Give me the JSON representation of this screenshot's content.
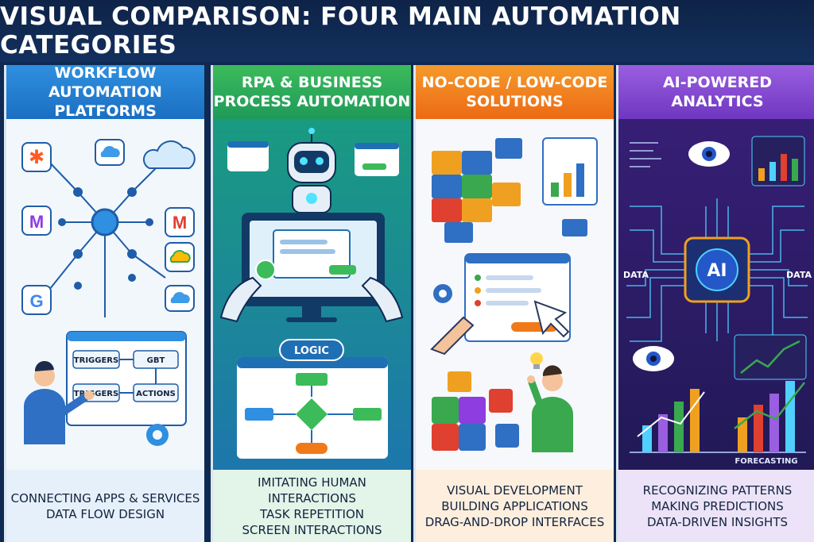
{
  "title": "VISUAL COMPARISON: FOUR MAIN AUTOMATION CATEGORIES",
  "panels": [
    {
      "heading": [
        "WORKFLOW",
        "AUTOMATION PLATFORMS"
      ],
      "labels": {
        "triggers_top": "TRIGGERS",
        "gbt": "GBT",
        "triggers_bottom": "TRIGGERS",
        "actions": "ACTIONS"
      },
      "footer": [
        "CONNECTING APPS & SERVICES",
        "DATA FLOW DESIGN"
      ]
    },
    {
      "heading": [
        "RPA & BUSINESS",
        "PROCESS AUTOMATION"
      ],
      "labels": {
        "logic": "LOGIC"
      },
      "footer": [
        "IMITATING HUMAN INTERACTIONS",
        "TASK REPETITION",
        "SCREEN INTERACTIONS"
      ]
    },
    {
      "heading": [
        "NO-CODE / LOW-CODE",
        "SOLUTIONS"
      ],
      "labels": {},
      "footer": [
        "VISUAL DEVELOPMENT",
        "BUILDING APPLICATIONS",
        "DRAG-AND-DROP INTERFACES"
      ]
    },
    {
      "heading": [
        "AI-POWERED",
        "ANALYTICS"
      ],
      "labels": {
        "chip": "AI",
        "data_left": "DATA",
        "data_right": "DATA",
        "forecasting": "FORECASTING"
      },
      "footer": [
        "RECOGNIZING PATTERNS",
        "MAKING PREDICTIONS",
        "DATA-DRIVEN INSIGHTS"
      ]
    }
  ],
  "colors": {
    "workflow": "#1b7bd0",
    "rpa": "#2fa84f",
    "nocode": "#f07a1a",
    "ai": "#7a3fc7"
  }
}
